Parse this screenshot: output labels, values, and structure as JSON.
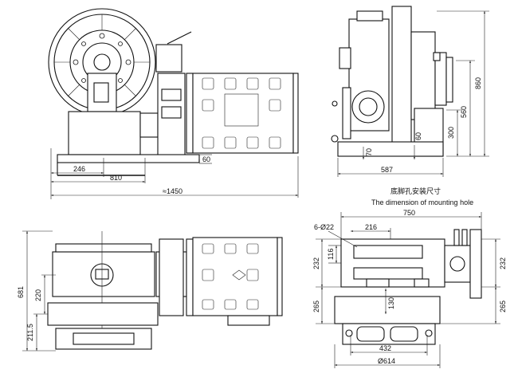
{
  "caption": {
    "zh": "底脚孔安装尺寸",
    "en": "The dimension of mounting hole"
  },
  "dimensions": {
    "front_view": {
      "left_offset": "246",
      "wheel_to_base": "810",
      "overall_length": "≈1450",
      "base_step": "60"
    },
    "side_view": {
      "height_860": "860",
      "height_560": "560",
      "height_300": "300",
      "base_70": "70",
      "base_60": "60",
      "width_587": "587"
    },
    "top_view": {
      "depth_681": "681",
      "offset_220": "220",
      "offset_211_5": "211.5"
    },
    "mounting_plan": {
      "holes": "6-Ø22",
      "length_750": "750",
      "spacing_216": "216",
      "offset_116": "116",
      "left_232": "232",
      "right_232": "232",
      "left_265": "265",
      "right_265": "265",
      "inner_130": "130",
      "span_432": "432",
      "span_614": "Ø614"
    }
  }
}
